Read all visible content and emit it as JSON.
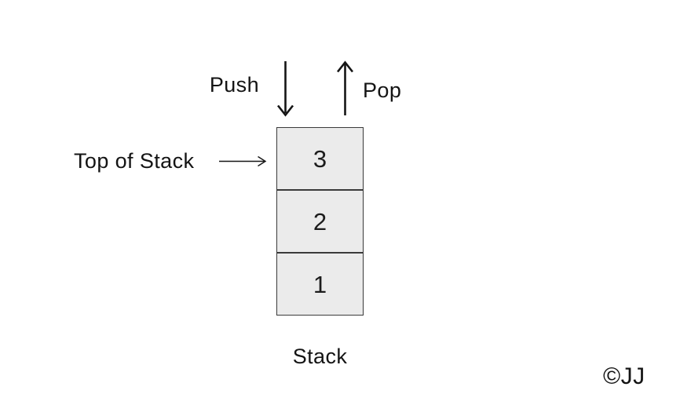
{
  "diagram": {
    "labels": {
      "push": "Push",
      "pop": "Pop",
      "top_of_stack": "Top of Stack",
      "caption": "Stack",
      "credit": "©JJ"
    },
    "stack": {
      "cells": [
        {
          "value": "3"
        },
        {
          "value": "2"
        },
        {
          "value": "1"
        }
      ],
      "top_value": "3",
      "order_note_top_to_bottom": [
        "3",
        "2",
        "1"
      ]
    },
    "icons": {
      "push_arrow": "arrow-down-icon",
      "pop_arrow": "arrow-up-icon",
      "top_pointer": "arrow-right-icon"
    },
    "colors": {
      "background": "#ffffff",
      "cell_fill": "#ebebeb",
      "cell_border": "#3a3a3a",
      "ink": "#141414"
    }
  }
}
